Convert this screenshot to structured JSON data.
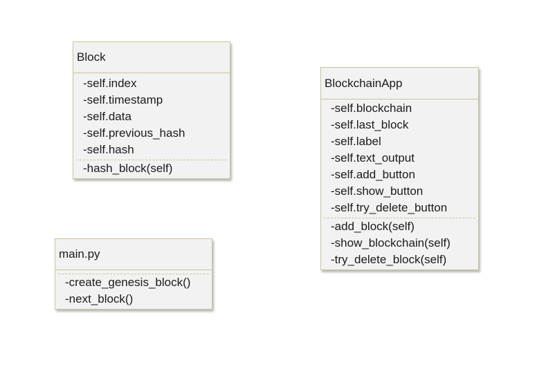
{
  "classes": {
    "block": {
      "title": "Block",
      "attributes": [
        "-self.index",
        "-self.timestamp",
        "-self.data",
        "-self.previous_hash",
        "-self.hash"
      ],
      "methods": [
        "-hash_block(self)"
      ]
    },
    "blockchain_app": {
      "title": "BlockchainApp",
      "attributes": [
        "-self.blockchain",
        "-self.last_block",
        "-self.label",
        "-self.text_output",
        "-self.add_button",
        "-self.show_button",
        "-self.try_delete_button"
      ],
      "methods": [
        "-add_block(self)",
        "-show_blockchain(self)",
        "-try_delete_block(self)"
      ]
    },
    "main_py": {
      "title": "main.py",
      "attributes": [],
      "methods": [
        "-create_genesis_block()",
        "-next_block()"
      ]
    }
  },
  "colors": {
    "box_fill": "#f2f2f2",
    "box_border": "#c9c39a",
    "text": "#1a1a1a"
  }
}
